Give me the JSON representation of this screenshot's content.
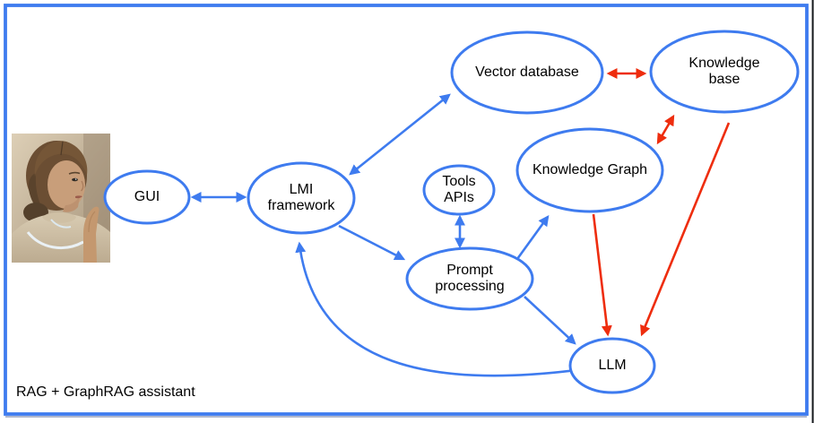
{
  "title": "RAG + GraphRAG assistant",
  "colors": {
    "frame_border": "#3e7bef",
    "node_stroke": "#3e7bef",
    "edge_blue": "#3e7bef",
    "edge_red": "#ee2d0e",
    "text": "#000000",
    "background": "#ffffff"
  },
  "photo": {
    "alt": "Portrait photo of a woman with slicked-back brown hair resting her chin on her hand"
  },
  "nodes": {
    "gui": {
      "label": "GUI"
    },
    "lmi_framework": {
      "label": "LMI\nframework"
    },
    "vector_database": {
      "label": "Vector database"
    },
    "knowledge_base": {
      "label": "Knowledge base"
    },
    "knowledge_graph": {
      "label": "Knowledge Graph"
    },
    "tools_apis": {
      "label": "Tools\nAPIs"
    },
    "prompt_processing": {
      "label": "Prompt\nprocessing"
    },
    "llm": {
      "label": "LLM"
    }
  },
  "edges": [
    {
      "from": "GUI",
      "to": "LMI framework",
      "direction": "bidirectional",
      "color": "blue"
    },
    {
      "from": "LMI framework",
      "to": "Vector database",
      "direction": "bidirectional",
      "color": "blue"
    },
    {
      "from": "LMI framework",
      "to": "Prompt processing",
      "direction": "directed",
      "color": "blue"
    },
    {
      "from": "Tools APIs",
      "to": "Prompt processing",
      "direction": "bidirectional",
      "color": "blue"
    },
    {
      "from": "Prompt processing",
      "to": "Knowledge Graph",
      "direction": "directed",
      "color": "blue"
    },
    {
      "from": "Prompt processing",
      "to": "LLM",
      "direction": "directed",
      "color": "blue"
    },
    {
      "from": "LLM",
      "to": "LMI framework",
      "direction": "directed",
      "color": "blue",
      "shape": "curved"
    },
    {
      "from": "Vector database",
      "to": "Knowledge base",
      "direction": "bidirectional",
      "color": "red"
    },
    {
      "from": "Knowledge base",
      "to": "Knowledge Graph",
      "direction": "bidirectional",
      "color": "red"
    },
    {
      "from": "Knowledge Graph",
      "to": "LLM",
      "direction": "directed",
      "color": "red"
    },
    {
      "from": "Knowledge base",
      "to": "LLM",
      "direction": "directed",
      "color": "red"
    }
  ]
}
